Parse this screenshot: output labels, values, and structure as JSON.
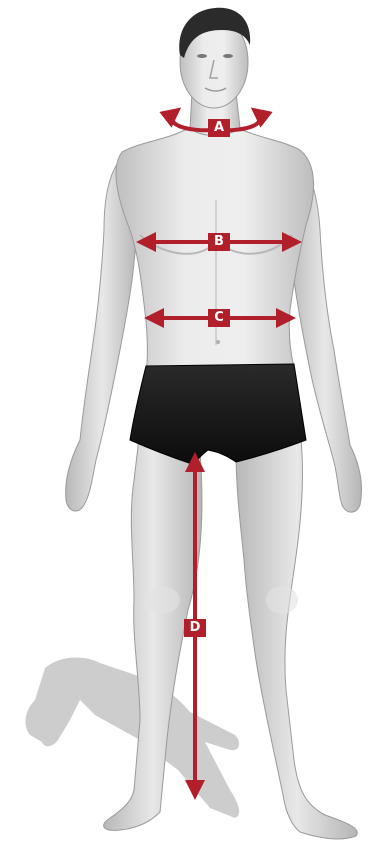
{
  "figure": {
    "accent_color": "#b1202a",
    "skin_color": "#dcdcdc",
    "shorts_color": "#151515",
    "shadow_color": "#bdbdbd"
  },
  "measurements": {
    "neck": {
      "label": "A"
    },
    "chest": {
      "label": "B"
    },
    "waist": {
      "label": "C"
    },
    "inseam": {
      "label": "D"
    }
  }
}
